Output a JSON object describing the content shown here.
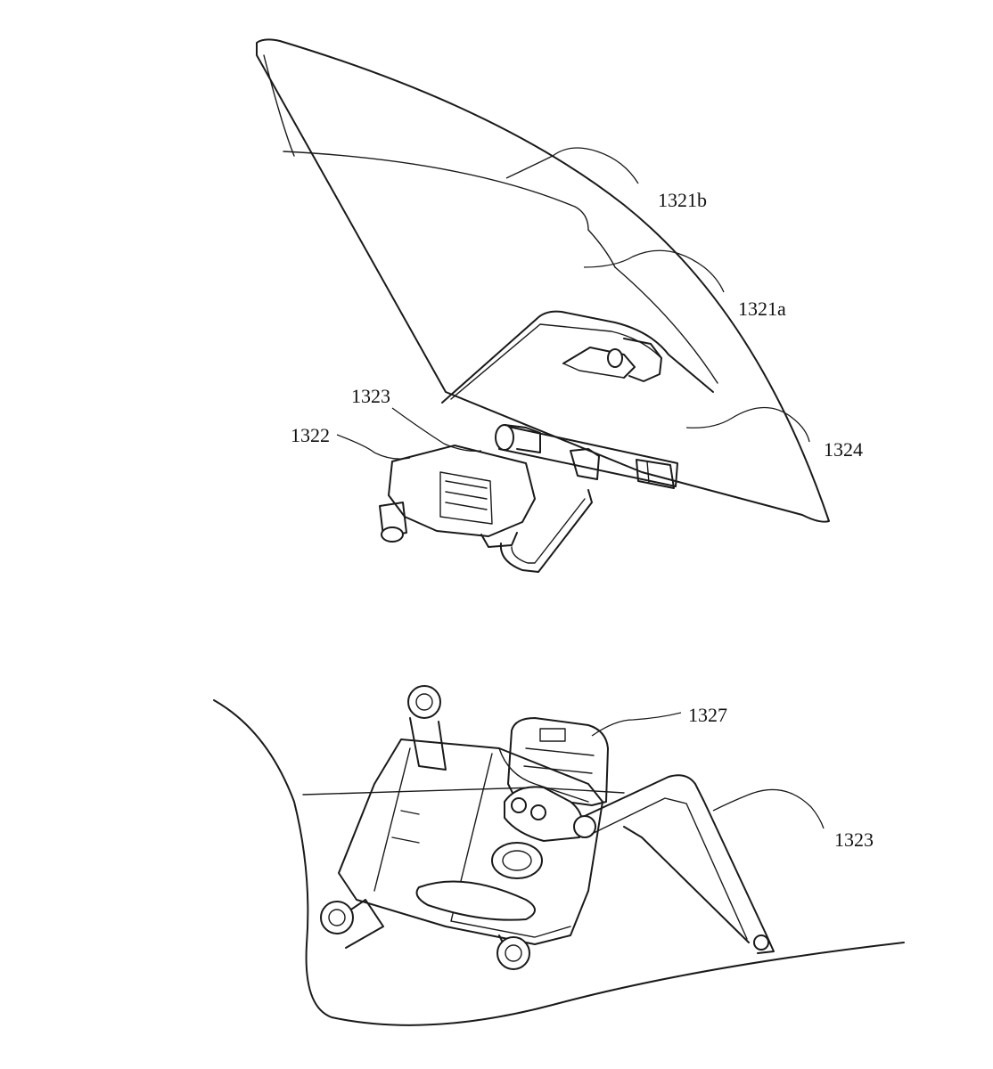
{
  "figure": {
    "top_view": {
      "labels": {
        "part_1321b": "1321b",
        "part_1321a": "1321a",
        "part_1322": "1322",
        "part_1323": "1323",
        "part_1324": "1324"
      }
    },
    "bottom_view": {
      "labels": {
        "part_1327": "1327",
        "part_1323": "1323"
      }
    }
  },
  "colors": {
    "line": "#1a1a1a",
    "background": "#ffffff"
  }
}
